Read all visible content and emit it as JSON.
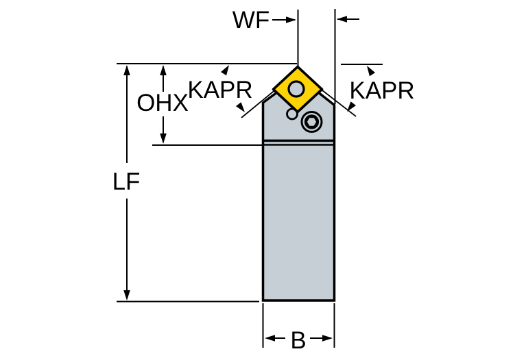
{
  "diagram": {
    "description": "Tool holder dimension drawing with square insert",
    "labels": {
      "wf": "WF",
      "ohx": "OHX",
      "kapr_left": "KAPR",
      "kapr_right": "KAPR",
      "lf": "LF",
      "b": "B"
    },
    "colors": {
      "insert": "#fdd305",
      "body": "#c6cfd6",
      "line": "#000000",
      "background": "#ffffff"
    }
  }
}
